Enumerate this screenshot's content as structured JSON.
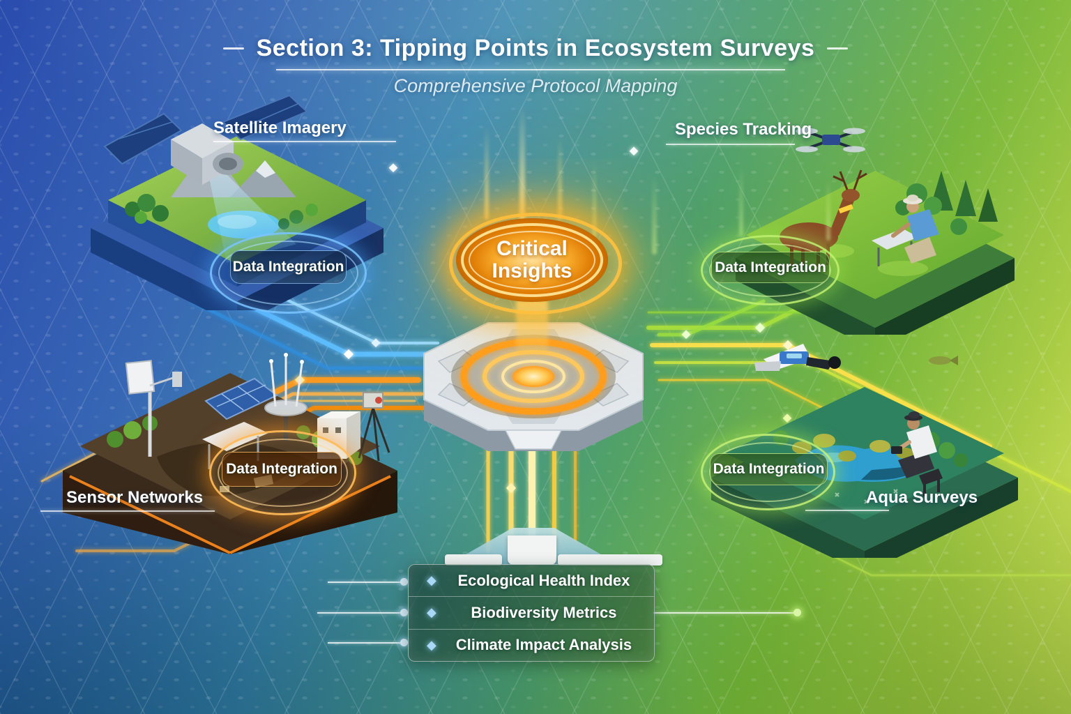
{
  "header": {
    "title": "Section 3: Tipping Points in Ecosystem Surveys",
    "subtitle": "Comprehensive Protocol Mapping"
  },
  "hub": {
    "label_line1": "Critical",
    "label_line2": "Insights"
  },
  "sections": {
    "satellite": {
      "label": "Satellite Imagery",
      "integration": "Data Integration",
      "accent": "#4da3ff"
    },
    "species": {
      "label": "Species Tracking",
      "integration": "Data Integration",
      "accent": "#8be34a"
    },
    "sensors": {
      "label": "Sensor Networks",
      "integration": "Data Integration",
      "accent": "#ff9a1f"
    },
    "aqua": {
      "label": "Aqua Surveys",
      "integration": "Data Integration",
      "accent": "#a6e44d"
    }
  },
  "legend": {
    "bullet_glyph": "◆",
    "bullet_color": "#a9d7f5",
    "items": [
      {
        "label": "Ecological Health Index"
      },
      {
        "label": "Biodiversity Metrics"
      },
      {
        "label": "Climate Impact Analysis"
      }
    ]
  },
  "colors": {
    "bg_blue": "#2a4cae",
    "bg_green": "#4a8a1e",
    "bg_yellow_green": "#d9e65c",
    "hub_glow": "#ffb020"
  }
}
